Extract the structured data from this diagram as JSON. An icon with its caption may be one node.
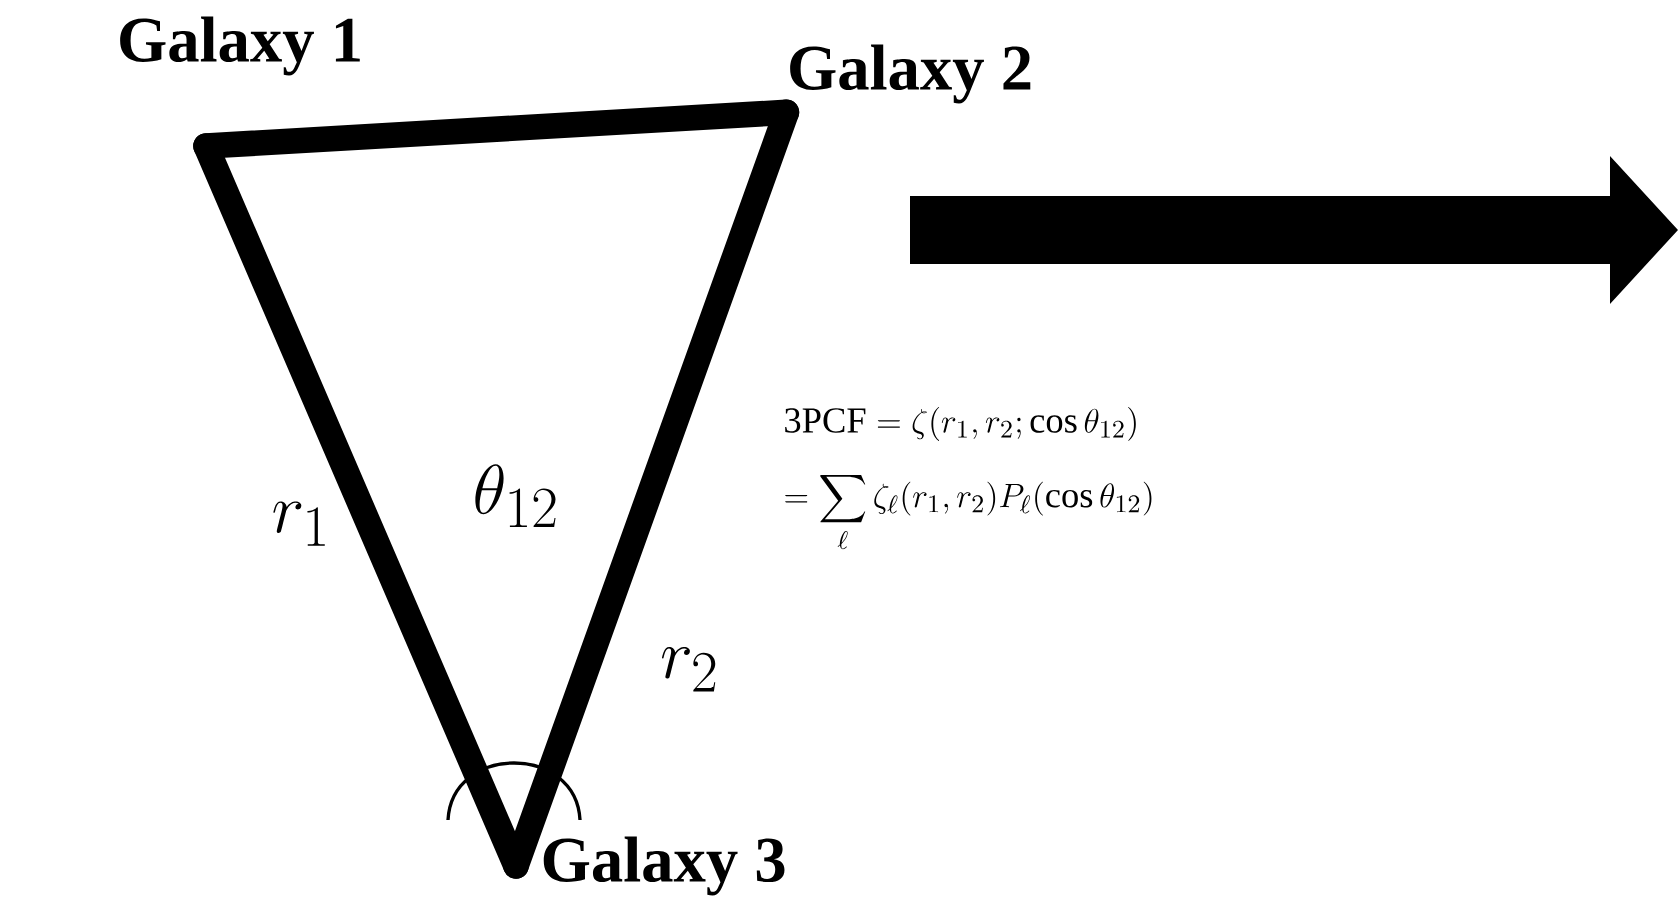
{
  "diagram": {
    "nodes": [
      {
        "text": [
          "Galaxy 1"
        ]
      },
      {
        "text": [
          "Galaxy 2"
        ]
      },
      {
        "text": [
          "Galaxy 3"
        ]
      }
    ],
    "edges": [
      {
        "from": 0,
        "to": 1,
        "arrow": "none"
      },
      {
        "from": 0,
        "to": 2,
        "arrow": "none",
        "label": "r_1"
      },
      {
        "from": 1,
        "to": 2,
        "arrow": "none",
        "label": "r_2"
      }
    ],
    "labels": [
      "\\theta_{12}",
      "\\mathrm{3PCF} = \\zeta(r_1, r_2; \\cos\\theta_{12})",
      "= \\sum_{\\ell} \\zeta_{\\ell}(r_1, r_2) P_{\\ell}(\\cos\\theta_{12})"
    ]
  }
}
